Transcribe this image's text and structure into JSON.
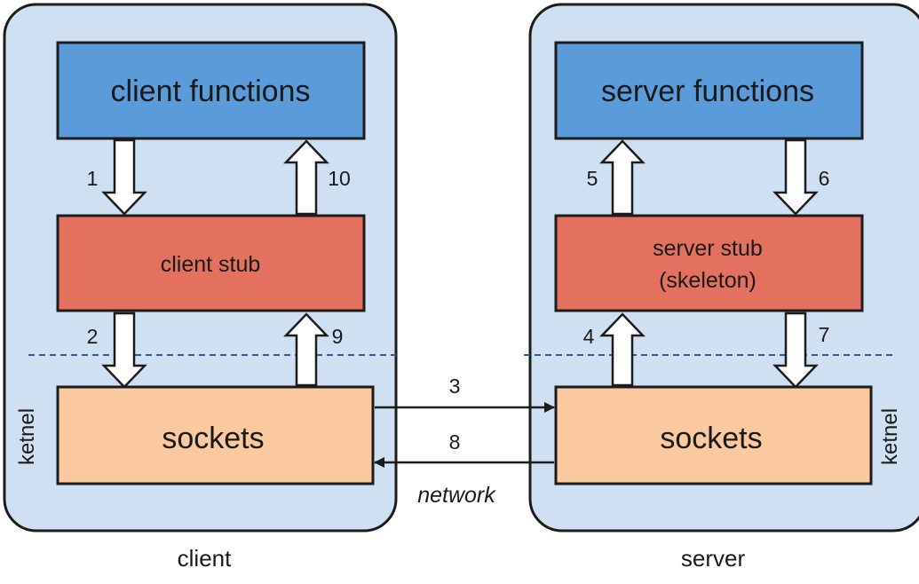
{
  "colors": {
    "panel_fill": "#cfe0f2",
    "panel_stroke": "#1c1c1c",
    "functions_fill": "#5b9bd9",
    "stub_fill": "#e47060",
    "sockets_fill": "#fac9a0",
    "kernel_line": "#2f5a9e",
    "arrow_stroke": "#1c1c1c",
    "arrow_fill": "#ffffff"
  },
  "client": {
    "caption": "client",
    "functions": "client functions",
    "stub": "client stub",
    "sockets": "sockets",
    "kernel": "ketnel"
  },
  "server": {
    "caption": "server",
    "functions": "server functions",
    "stub_line1": "server stub",
    "stub_line2": "(skeleton)",
    "sockets": "sockets",
    "kernel": "ketnel"
  },
  "network": {
    "label": "network"
  },
  "steps": {
    "s1": "1",
    "s2": "2",
    "s3": "3",
    "s4": "4",
    "s5": "5",
    "s6": "6",
    "s7": "7",
    "s8": "8",
    "s9": "9",
    "s10": "10"
  }
}
